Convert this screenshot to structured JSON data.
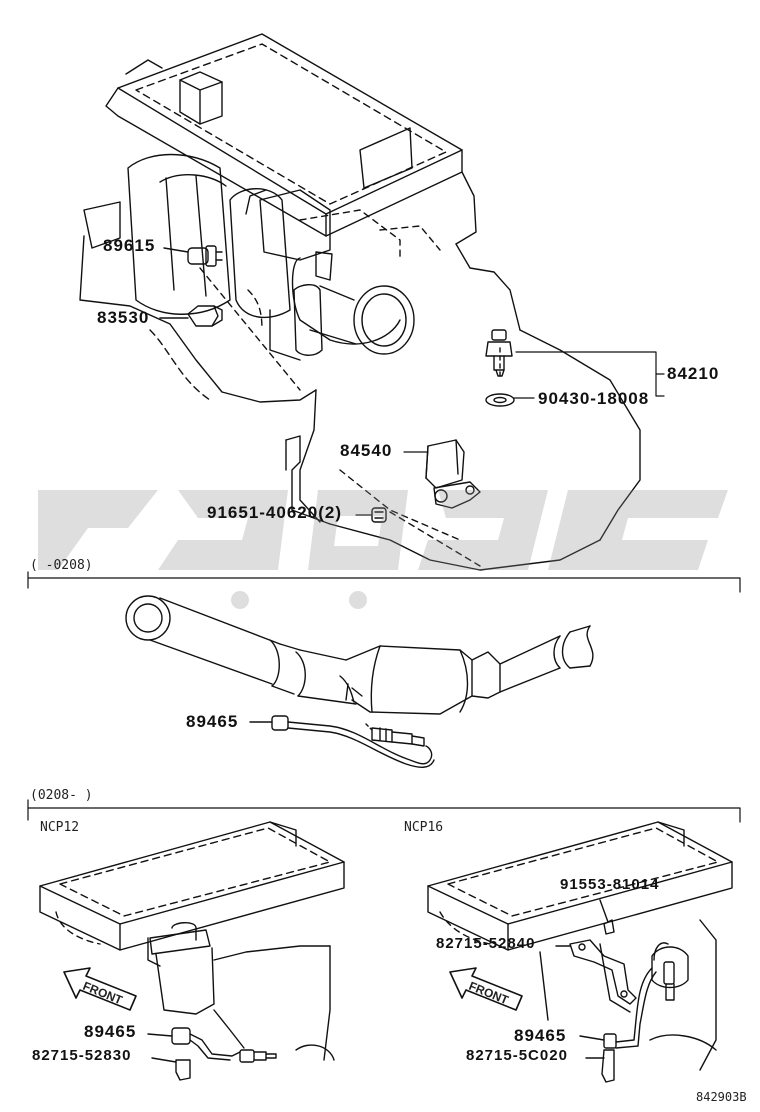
{
  "upper": {
    "parts": {
      "p89615": "89615",
      "p83530": "83530",
      "p84210": "84210",
      "p90430": "90430-18008",
      "p84540": "84540",
      "p91651": "91651-40620(2)"
    }
  },
  "middle": {
    "range": "(      -0208)",
    "p89465": "89465"
  },
  "lower": {
    "range": "(0208-       )",
    "left": {
      "variant": "NCP12",
      "front": "FRONT",
      "p89465": "89465",
      "p82715": "82715-52830"
    },
    "right": {
      "variant": "NCP16",
      "front": "FRONT",
      "p91553": "91553-81014",
      "p82715a": "82715-52840",
      "p89465": "89465",
      "p82715b": "82715-5C020"
    }
  },
  "figure_code": "842903B",
  "colors": {
    "line": "#111111",
    "watermark": "#8c8c8c"
  }
}
